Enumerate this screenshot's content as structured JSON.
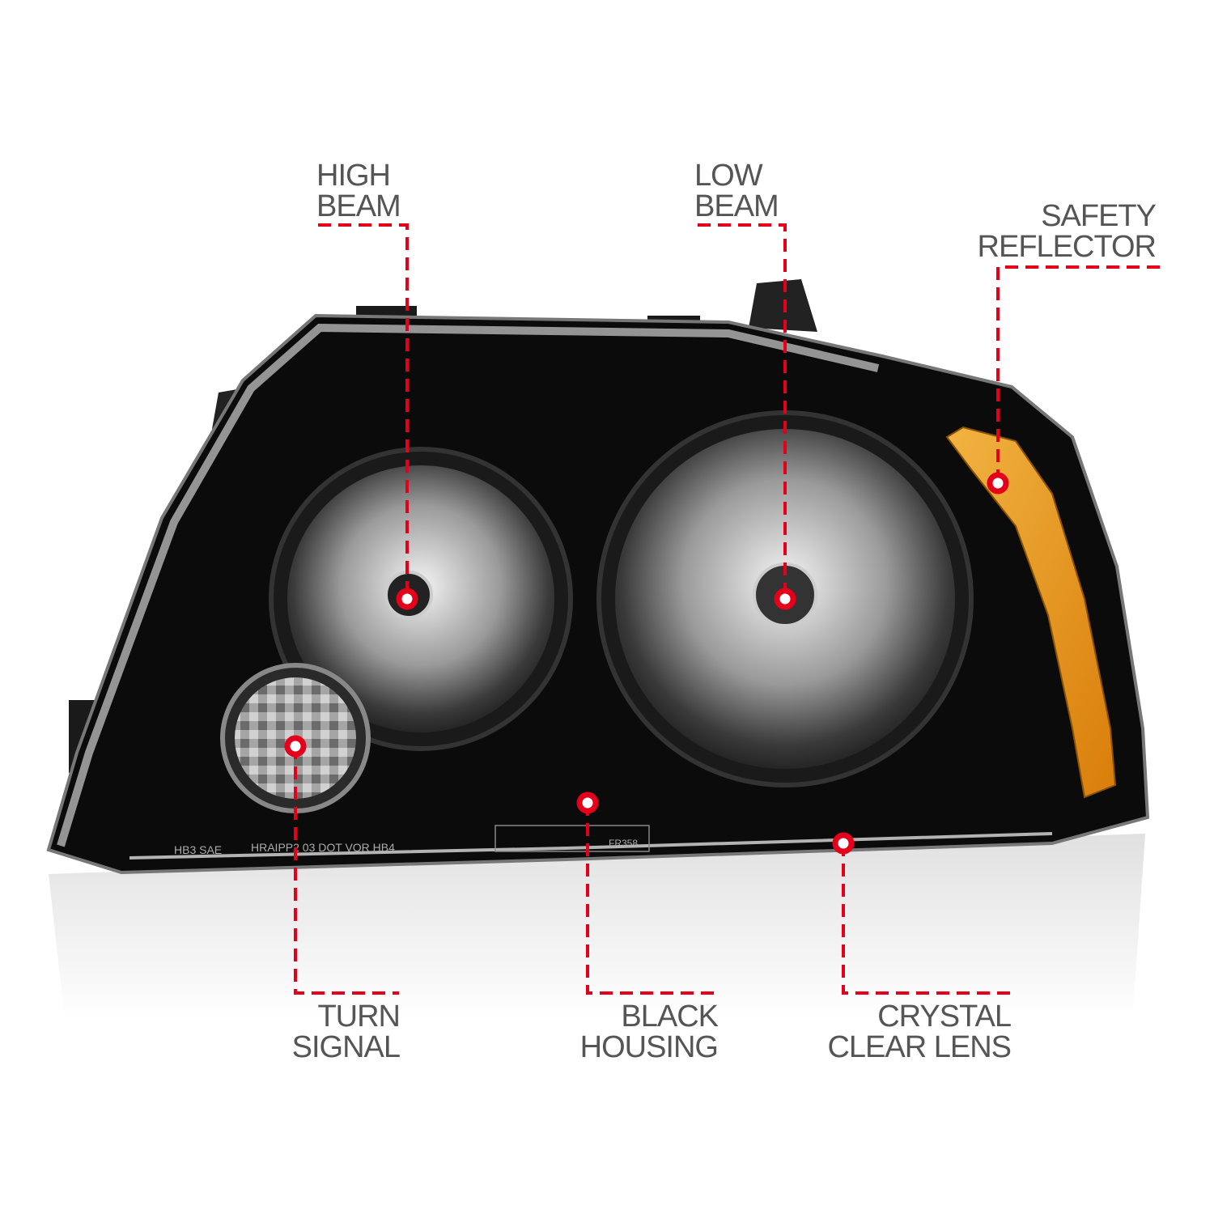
{
  "colors": {
    "callout": "#e4001b",
    "label_text": "#555555",
    "housing": "#0b0b0b",
    "reflector": "#e89a1c"
  },
  "callouts": [
    {
      "id": "high-beam",
      "line1": "HIGH",
      "line2": "BEAM"
    },
    {
      "id": "low-beam",
      "line1": "LOW",
      "line2": "BEAM"
    },
    {
      "id": "safety-reflector",
      "line1": "SAFETY",
      "line2": "REFLECTOR"
    },
    {
      "id": "turn-signal",
      "line1": "TURN",
      "line2": "SIGNAL"
    },
    {
      "id": "black-housing",
      "line1": "BLACK",
      "line2": "HOUSING"
    },
    {
      "id": "crystal-clear-lens",
      "line1": "CRYSTAL",
      "line2": "CLEAR LENS"
    }
  ],
  "housing_markings": {
    "left": "HB3 SAE",
    "middle": "HRAIPP2 03 DOT VOR HB4",
    "part": "FR358"
  }
}
